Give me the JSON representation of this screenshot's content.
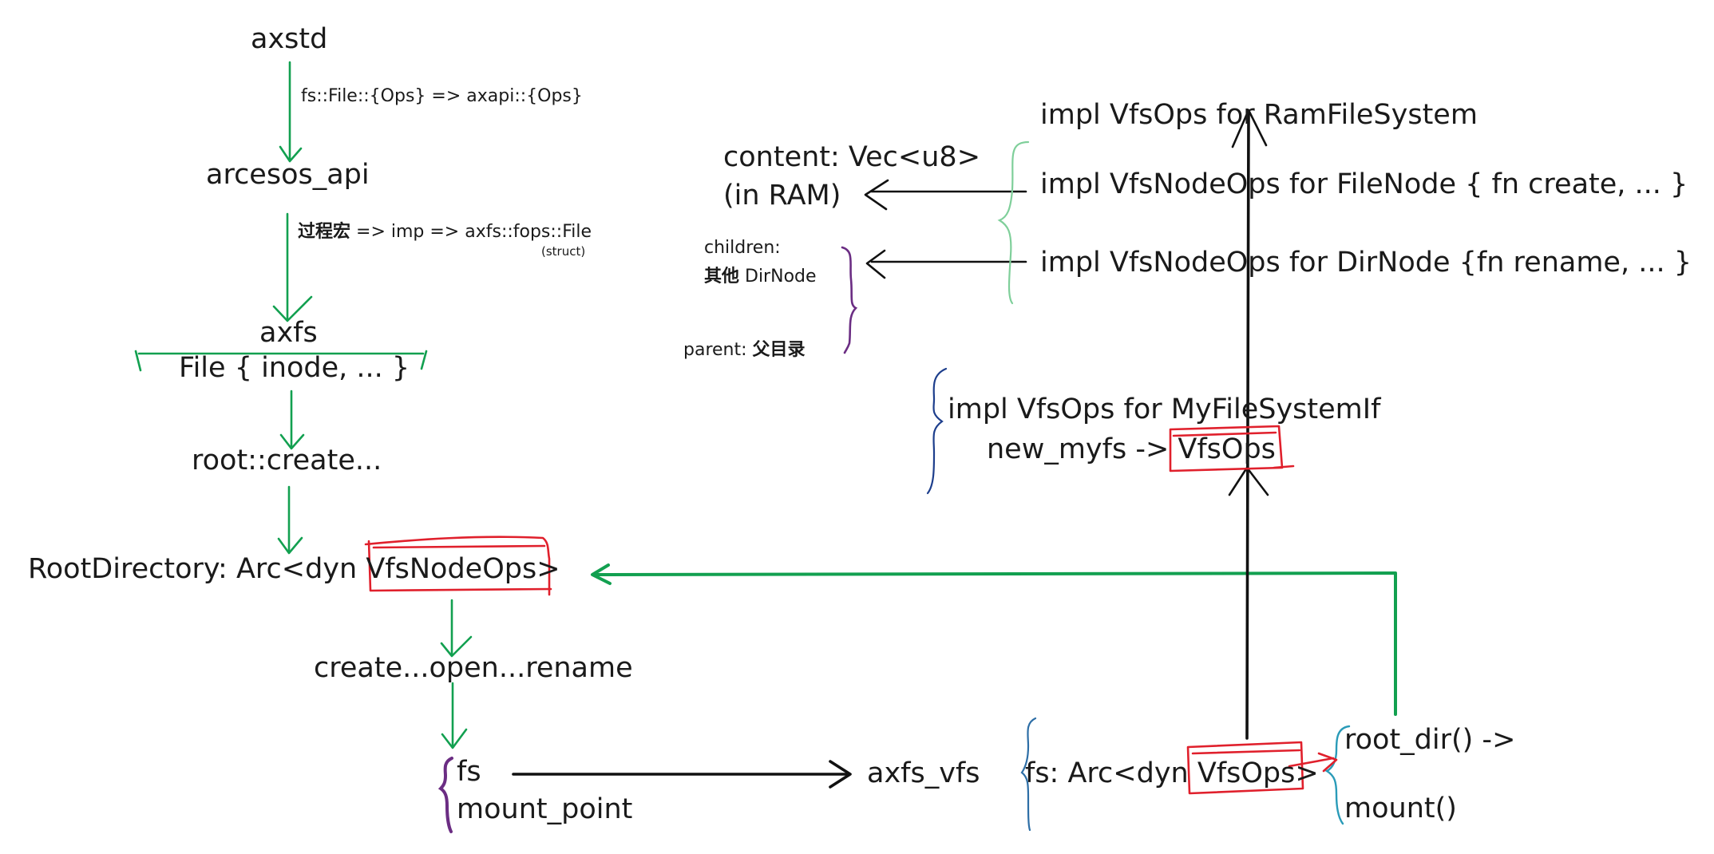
{
  "nodes": {
    "axstd": "axstd",
    "arcesos_api": "arcesos_api",
    "axfs": "axfs",
    "file_struct": "File { inode, ... }",
    "root_create": "root::create...",
    "root_directory_prefix": "RootDirectory: Arc<dyn ",
    "root_directory_boxed": "VfsNodeOps",
    "root_directory_suffix": ">",
    "create_open_rename": "create...open...rename",
    "fs": "fs",
    "mount_point": "mount_point",
    "axfs_vfs": "axfs_vfs",
    "fs_arc_prefix": "fs: Arc<dyn ",
    "fs_arc_boxed": "VfsOps",
    "fs_arc_suffix": ">",
    "root_dir": "root_dir() ->",
    "mount": "mount()",
    "impl_ram": "impl VfsOps for RamFileSystem",
    "impl_filenode": "impl VfsNodeOps for FileNode { fn create, ... }",
    "impl_dirnode": "impl VfsNodeOps for DirNode {fn rename, ... }",
    "content_line1": "content: Vec<u8>",
    "content_line2": "(in RAM)",
    "children_line1": "children:",
    "children_line2_bold": "其他",
    "children_line2_rest": " DirNode",
    "parent_label": "parent: ",
    "parent_bold": "父目录",
    "impl_myfs": "impl VfsOps for MyFileSystemIf",
    "new_myfs_prefix": "new_myfs -> ",
    "new_myfs_boxed": "VfsOps"
  },
  "edge_labels": {
    "axstd_to_api": "fs::File::{Ops} => axapi::{Ops}",
    "api_to_axfs_bold": "过程宏",
    "api_to_axfs_rest": " => imp => axfs::fops::File",
    "api_to_axfs_note": "(struct)"
  },
  "colors": {
    "main_flow": "#12a050",
    "implementation_arrows": "#111111",
    "highlight_box": "#e0202c",
    "brace_ram": "#7fcf9a",
    "brace_dirnode": "#6b2d83",
    "brace_myfs": "#1d3e8c",
    "brace_fs": "#2d6ea6",
    "brace_rootdir": "#2a9bb8"
  }
}
